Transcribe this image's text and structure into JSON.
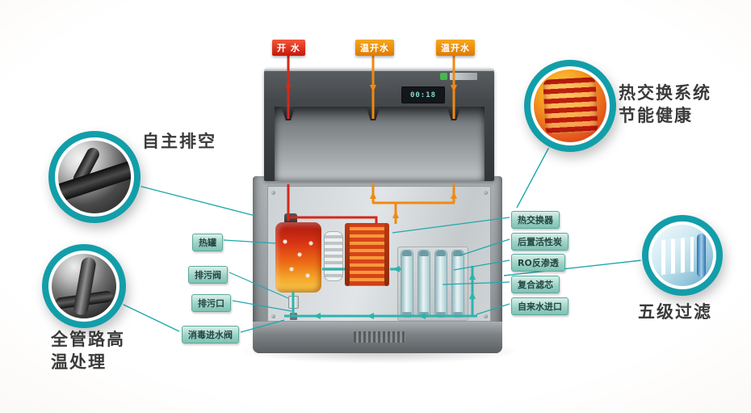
{
  "colors": {
    "accent_teal": "#129ea9",
    "hot_red": "#d6281a",
    "warm_orange": "#f08a12",
    "pipe_teal": "#2fb3ad",
    "label_bg": "#9ed2c6",
    "feature_text": "#3a3a3a"
  },
  "spout_badges": [
    {
      "label": "开 水"
    },
    {
      "label": "温开水"
    },
    {
      "label": "温开水"
    }
  ],
  "features": {
    "self_drain": {
      "label": "自主排空"
    },
    "full_pipeline_high_temp": {
      "line1": "全管路高",
      "line2": "温处理"
    },
    "heat_exchange_system": {
      "line1": "热交换系统",
      "line2": "节能健康"
    },
    "five_stage_filter": {
      "label": "五级过滤"
    }
  },
  "component_labels": [
    {
      "label": "热罐"
    },
    {
      "label": "排污阀"
    },
    {
      "label": "排污口"
    },
    {
      "label": "消毒进水阀"
    },
    {
      "label": "热交换器"
    },
    {
      "label": "后置活性炭"
    },
    {
      "label": "RO反渗透"
    },
    {
      "label": "复合滤芯"
    },
    {
      "label": "自来水进口"
    }
  ],
  "display": {
    "readout": "00:18"
  }
}
